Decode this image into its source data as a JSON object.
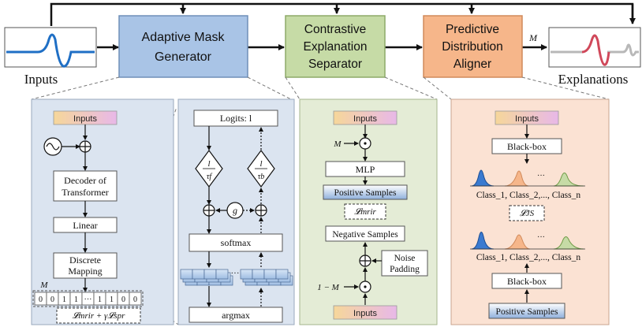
{
  "top": {
    "inputs_label": "Inputs",
    "explanations_label": "Explanations",
    "generator": [
      "Adaptive Mask",
      "Generator"
    ],
    "separator": [
      "Contrastive",
      "Explanation",
      "Separator"
    ],
    "aligner": [
      "Predictive",
      "Distribution",
      "Aligner"
    ],
    "m_label": "M"
  },
  "panel1": {
    "inputs": "Inputs",
    "decoder": [
      "Decoder of",
      "Transformer"
    ],
    "linear": "Linear",
    "discrete": [
      "Discrete",
      "Mapping"
    ],
    "m_label": "M",
    "mask_cells": [
      "0",
      "0",
      "1",
      "1",
      "···",
      "1",
      "1",
      "0",
      "0"
    ],
    "loss": "𝓛mrir + γ𝓛spr"
  },
  "panel2": {
    "logits": "Logits: l",
    "frac_f": [
      "l",
      "τf"
    ],
    "frac_b": [
      "l",
      "τb"
    ],
    "g": "g",
    "softmax": "softmax",
    "dots": "···",
    "argmax": "argmax"
  },
  "panel3": {
    "inputs_top": "Inputs",
    "m_label": "M",
    "mlp": "MLP",
    "positive": "Positive Samples",
    "loss": "𝓛mrir",
    "negative": "Negative Samples",
    "noise": [
      "Noise",
      "Padding"
    ],
    "one_minus_m": "1 − M",
    "inputs_bottom": "Inputs"
  },
  "panel4": {
    "inputs": "Inputs",
    "blackbox_top": "Black-box",
    "classes_top": "Class_1, Class_2,..., Class_n",
    "loss": "𝓛JS",
    "classes_bottom": "Class_1, Class_2,..., Class_n",
    "blackbox_bottom": "Black-box",
    "positive": "Positive Samples",
    "dots": "···"
  },
  "colors": {
    "generator": "#a9c4e6",
    "separator": "#c6dba6",
    "aligner": "#f6b68a",
    "panel1_bg": "#dbe4f0",
    "panel2_bg": "#dbe4f0",
    "panel3_bg": "#e4ecd6",
    "panel4_bg": "#fbe2d3",
    "signal_blue": "#1f6fc5",
    "signal_red": "#d0485a"
  }
}
